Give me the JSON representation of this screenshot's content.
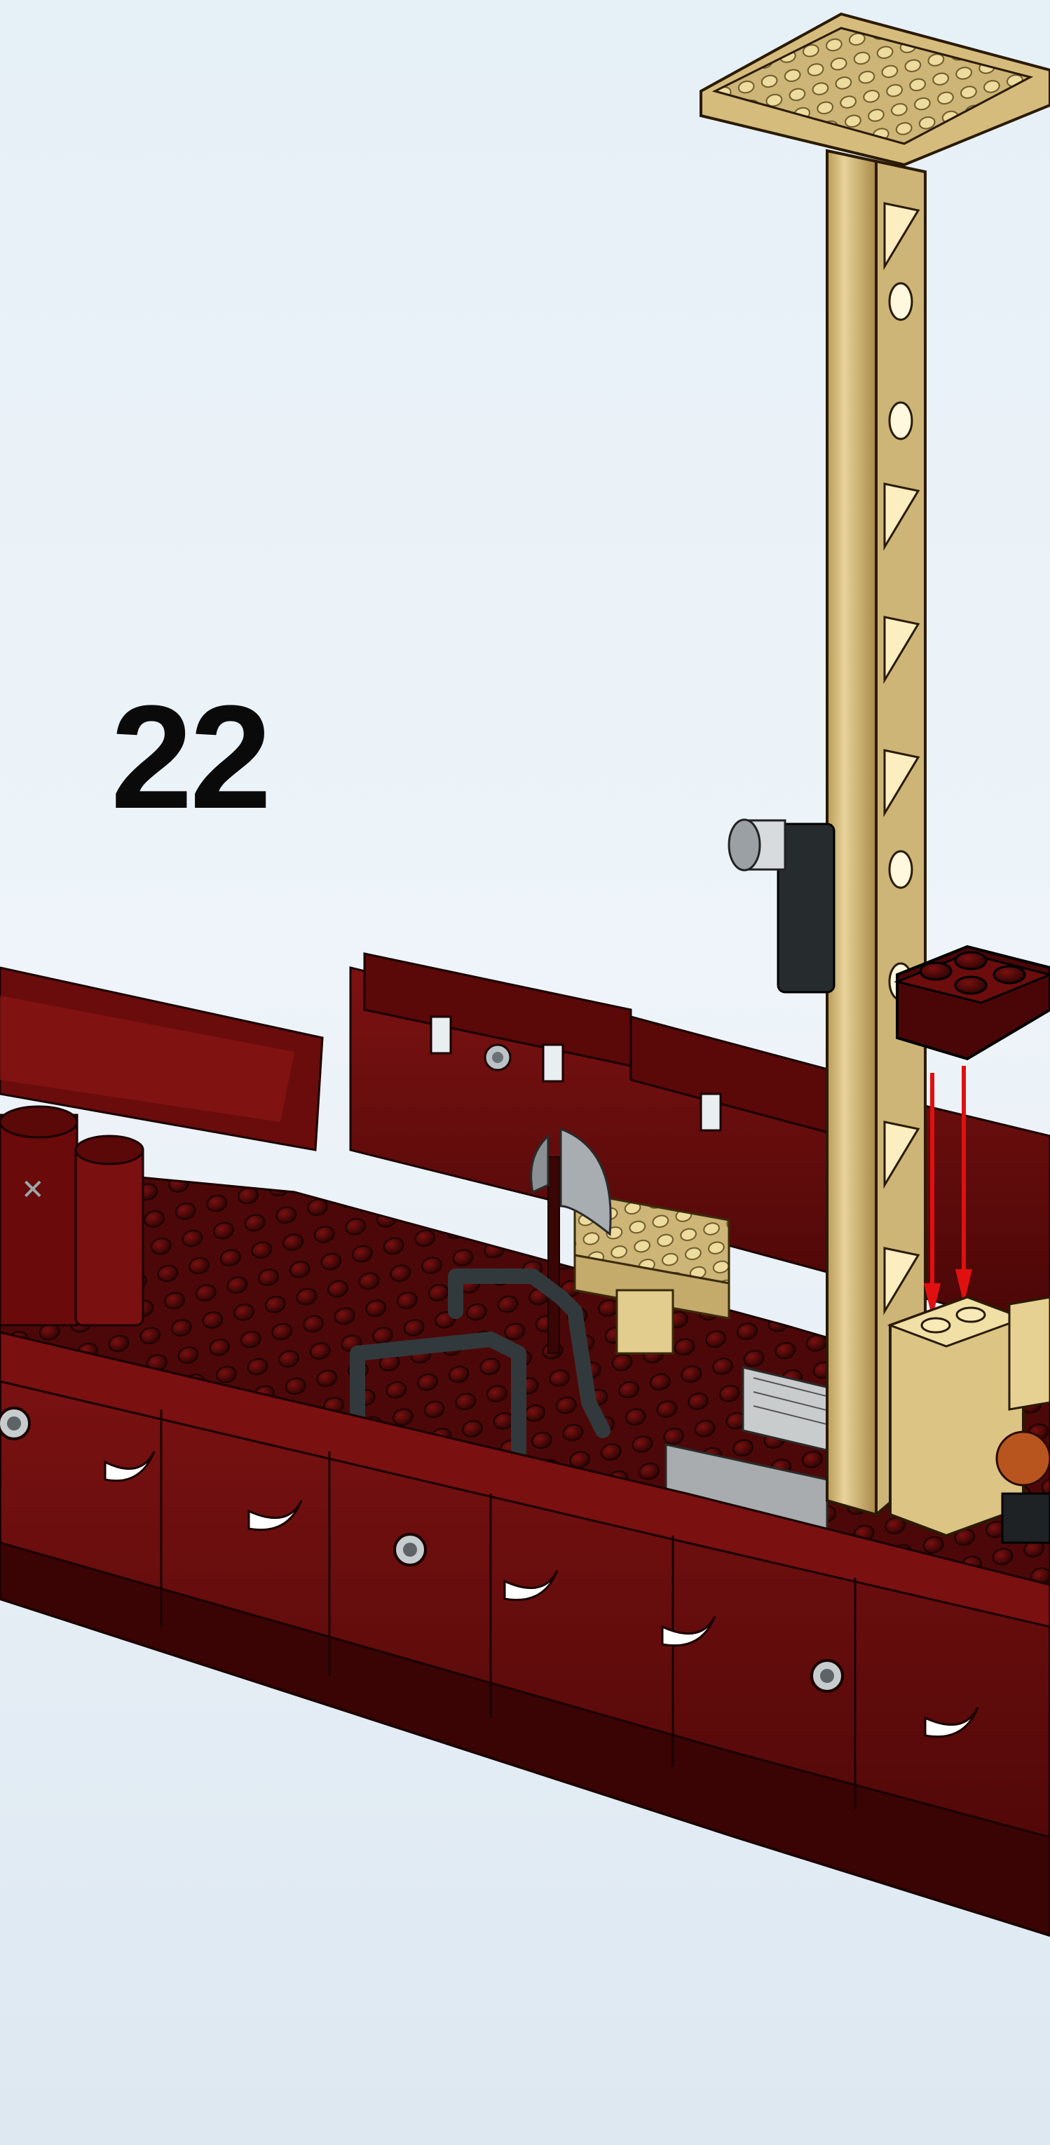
{
  "step": {
    "number": "22"
  },
  "colors": {
    "background": "#e6f0f7",
    "hull_dark_red": "#5c0a0a",
    "hull_red": "#7a1010",
    "deck_studs": "#3a0505",
    "mast_tan": "#d9c28a",
    "mast_light": "#f7e9b5",
    "grey": "#a8acae",
    "dark_grey": "#3b4144",
    "arrow_red": "#e01010",
    "porthole_white": "#ffffff"
  },
  "parts": {
    "new_brick": "dark-red-brick-2x2",
    "target": "tan-brick-on-deck"
  }
}
